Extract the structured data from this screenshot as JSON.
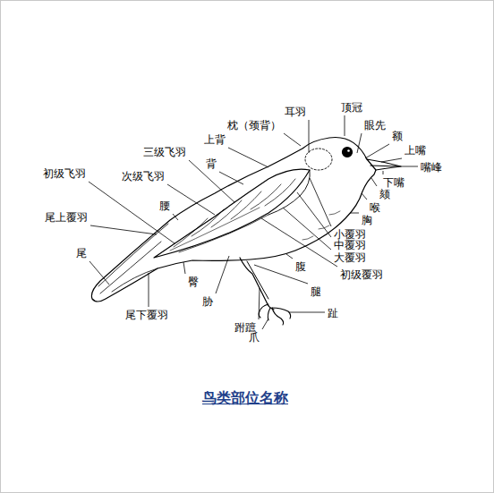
{
  "diagram": {
    "title": "鸟类部位名称",
    "labels": [
      "顶冠",
      "耳羽",
      "枕（颈背）",
      "眼先",
      "额",
      "上嘴",
      "上背",
      "三级飞羽",
      "嘴峰",
      "背",
      "初级飞羽",
      "次级飞羽",
      "下嘴",
      "颏",
      "腰",
      "喉",
      "尾上覆羽",
      "胸",
      "小覆羽",
      "中覆羽",
      "尾",
      "大覆羽",
      "腹",
      "初级覆羽",
      "臀",
      "腿",
      "胁",
      "趾",
      "尾下覆羽",
      "跗蹠",
      "爪"
    ]
  }
}
